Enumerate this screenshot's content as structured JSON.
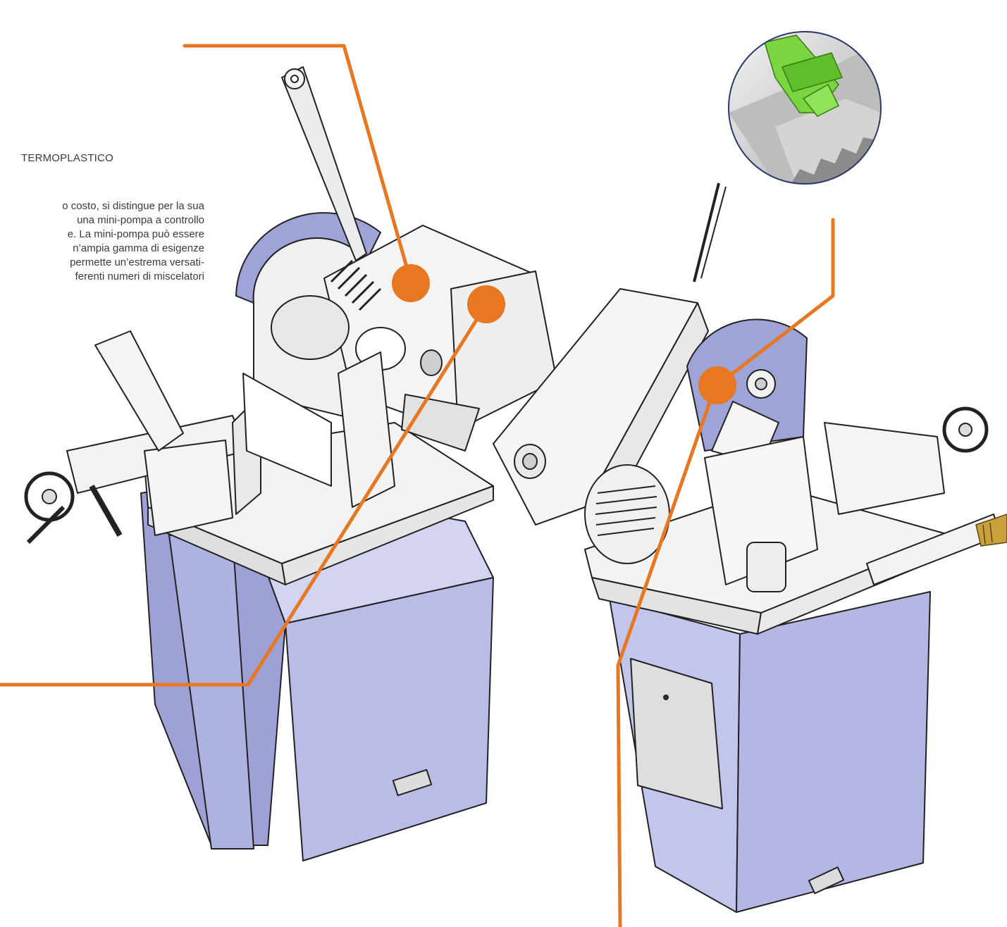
{
  "intro": {
    "heading": "TERMOPLASTICO",
    "lines": [
      "o costo, si distingue per la sua",
      "una mini-pompa a controllo",
      "e. La mini-pompa può essere",
      "n’ampia gamma di esigenze",
      "permette un’estrema versati-",
      "ferenti numeri di miscelatori"
    ]
  },
  "colors": {
    "callout": "#e87722",
    "base": "#b9bce6",
    "base_dark": "#9da1d6",
    "base_light": "#d2d4f1",
    "blade": "#9ea3d8",
    "metal": "#f2f2f2",
    "outline": "#222222",
    "green_part": "#79d640",
    "brass": "#c8a13a"
  }
}
